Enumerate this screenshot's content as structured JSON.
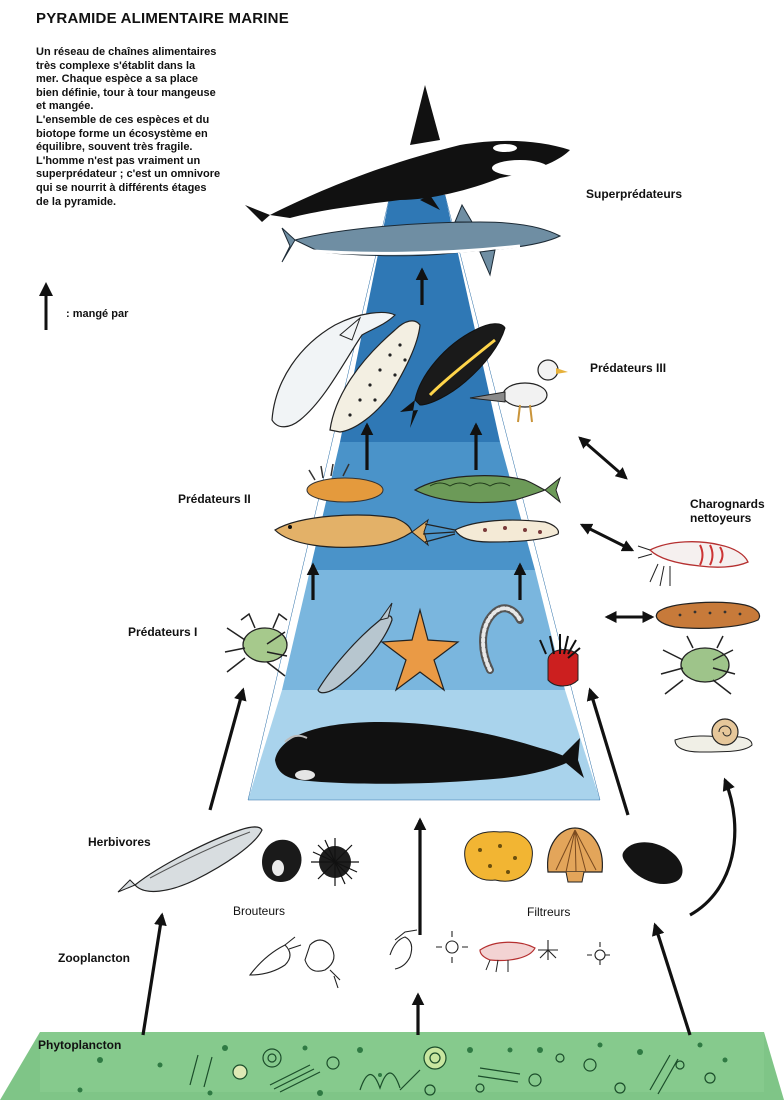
{
  "title": "PYRAMIDE ALIMENTAIRE MARINE",
  "intro_lines": [
    "Un réseau de chaînes alimentaires",
    "très complexe s'établit dans la",
    "mer. Chaque espèce a sa place",
    "bien définie, tour à tour mangeuse",
    "et mangée.",
    "L'ensemble de ces espèces et du",
    "biotope forme un écosystème en",
    "équilibre, souvent très fragile.",
    "L'homme n'est pas vraiment un",
    "superprédateur ; c'est un omnivore",
    "qui se nourrit à différents étages",
    "de la pyramide."
  ],
  "legend": {
    "arrow_label": ": mangé par"
  },
  "levels": {
    "superpredateurs": "Superprédateurs",
    "predateurs3": "Prédateurs III",
    "predateurs2": "Prédateurs II",
    "predateurs1": "Prédateurs I",
    "charognards": [
      "Charognards",
      "nettoyeurs"
    ],
    "herbivores": "Herbivores",
    "brouteurs": "Brouteurs",
    "filtreurs": "Filtreurs",
    "zooplancton": "Zooplancton",
    "phytoplancton": "Phytoplancton"
  },
  "colors": {
    "band_top": "#2f78b5",
    "band_upper": "#4a93c9",
    "band_mid": "#7ab6de",
    "band_low": "#a9d3ec",
    "band_bottom": "#cfe8f6",
    "phyto_green": "#7fc587",
    "ink": "#111111"
  }
}
